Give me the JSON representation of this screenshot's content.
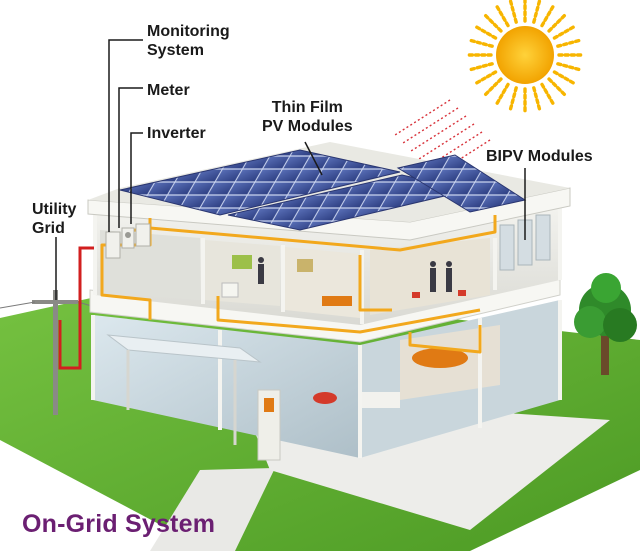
{
  "labels": {
    "monitoring_line1": "Monitoring",
    "monitoring_line2": "System",
    "meter": "Meter",
    "inverter": "Inverter",
    "thin_film_line1": "Thin Film",
    "thin_film_line2": "PV Modules",
    "bipv": "BIPV Modules",
    "utility_line1": "Utility",
    "utility_line2": "Grid"
  },
  "title": "On-Grid System",
  "colors": {
    "title": "#6b1f72",
    "sun": "#f7b500",
    "wiring": "#f2a81d",
    "grid_wire": "#d21f1f",
    "grass": "#5cae2e",
    "panel": "#3a4f9a"
  }
}
